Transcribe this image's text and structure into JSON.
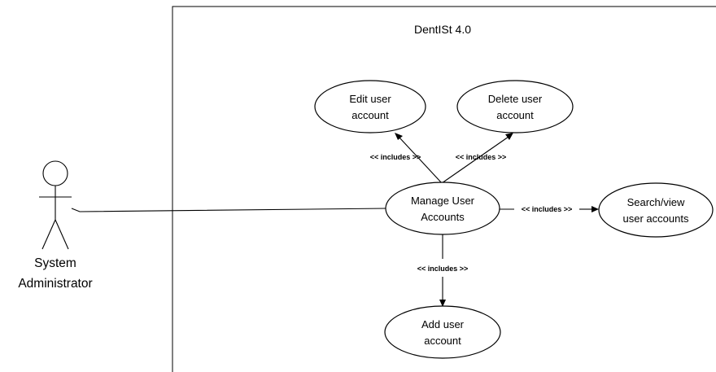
{
  "system": {
    "title": "DentISt 4.0"
  },
  "actor": {
    "line1": "System",
    "line2": "Administrator"
  },
  "use_cases": {
    "edit": {
      "line1": "Edit user",
      "line2": "account"
    },
    "delete": {
      "line1": "Delete user",
      "line2": "account"
    },
    "manage": {
      "line1": "Manage User",
      "line2": "Accounts"
    },
    "search": {
      "line1": "Search/view",
      "line2": "user accounts"
    },
    "add": {
      "line1": "Add user",
      "line2": "account"
    }
  },
  "relations": {
    "edit_label": "<< includes >>",
    "delete_label": "<< includes >>",
    "search_label": "<< includes >>",
    "add_label": "<< includes >>"
  }
}
